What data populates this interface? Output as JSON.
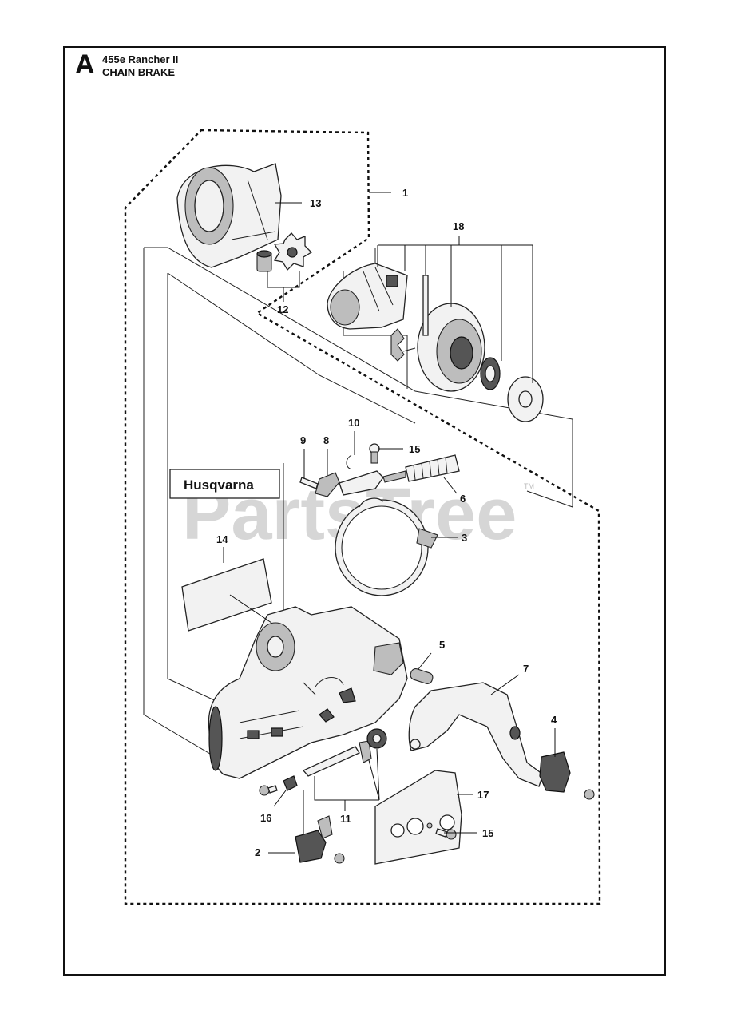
{
  "header": {
    "section_letter": "A",
    "model": "455e Rancher II",
    "title": "CHAIN BRAKE"
  },
  "watermark": {
    "text": "PartsTree",
    "trademark": "TM"
  },
  "decal": {
    "brand": "Husqvarna"
  },
  "callouts": {
    "c1": "1",
    "c2": "2",
    "c3": "3",
    "c4": "4",
    "c5": "5",
    "c6": "6",
    "c7": "7",
    "c8": "8",
    "c9": "9",
    "c10": "10",
    "c11": "11",
    "c12": "12",
    "c13": "13",
    "c14": "14",
    "c15a": "15",
    "c15b": "15",
    "c16": "16",
    "c17": "17",
    "c18": "18"
  },
  "colors": {
    "line": "#111111",
    "watermark": "#cfcfcf",
    "background": "#ffffff"
  }
}
